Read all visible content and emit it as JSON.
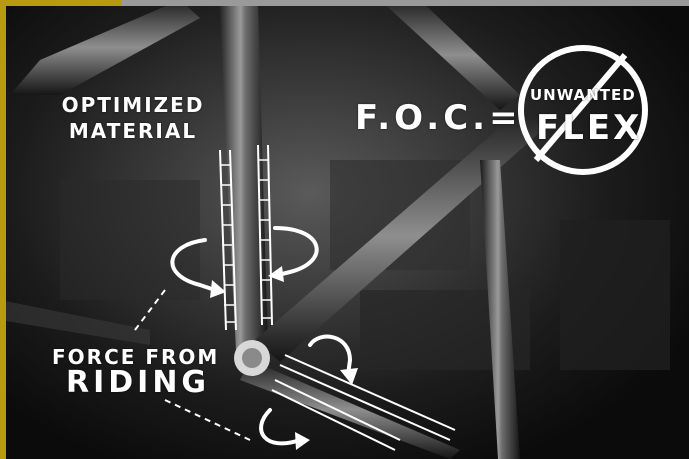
{
  "image": {
    "description_free": true
  },
  "labels": {
    "optimized_line1": "Optimized",
    "optimized_line2": "Material",
    "foc": "F.O.C.=",
    "unwanted": "Unwanted",
    "flex": "Flex",
    "force_line1": "Force from",
    "force_line2": "Riding"
  },
  "colors": {
    "frame_accent": "#b79a12",
    "chalk": "#ffffff"
  }
}
